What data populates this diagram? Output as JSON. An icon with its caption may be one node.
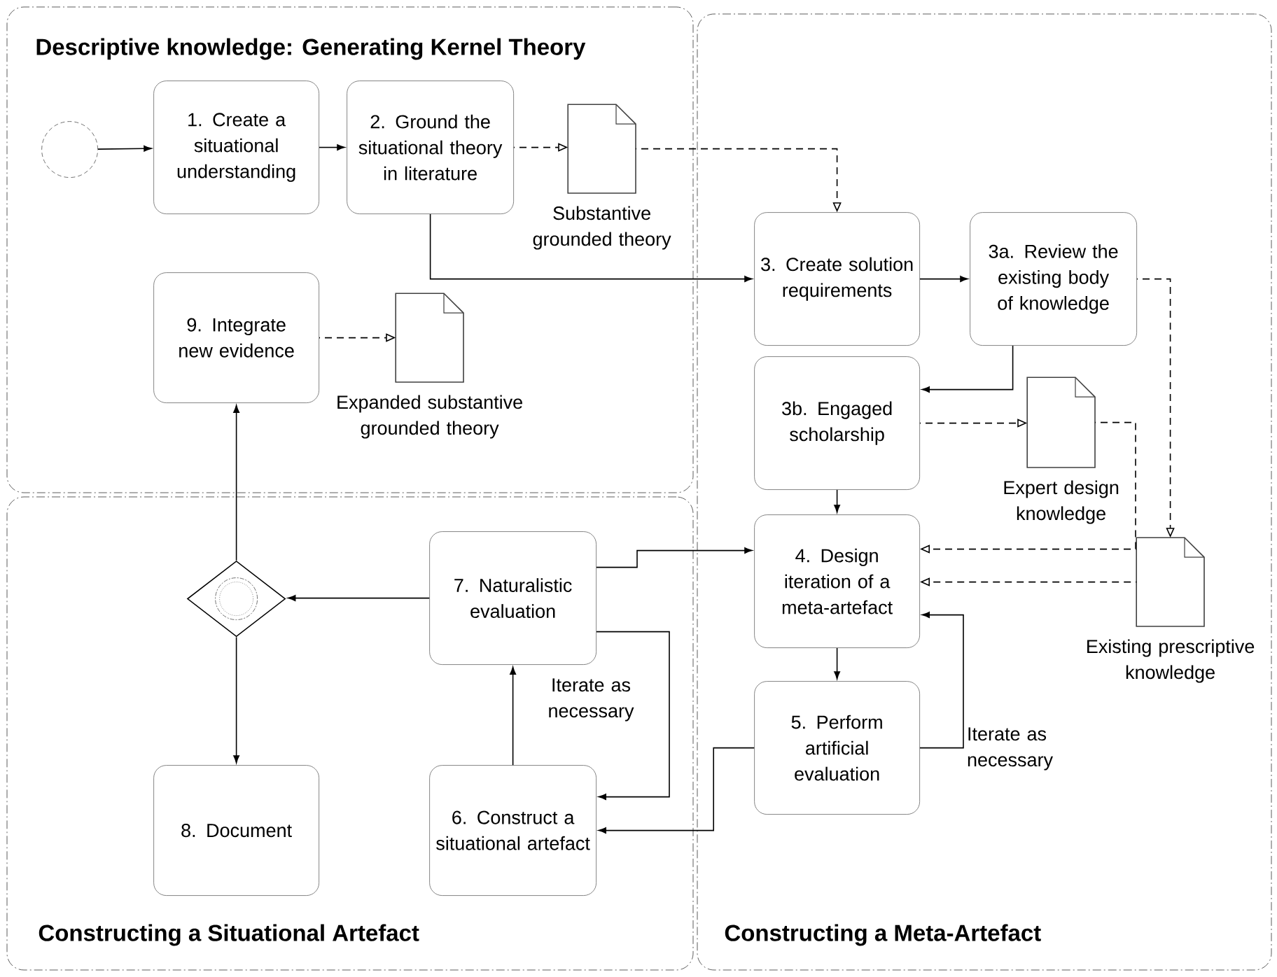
{
  "diagram": {
    "nodes": [
      {
        "text": [
          "Descriptive knowledge: Generating Kernel Theory"
        ]
      },
      {
        "text": [
          "Constructing a Situational Artefact"
        ]
      },
      {
        "text": [
          "Constructing a Meta-Artefact"
        ]
      },
      {
        "text": [],
        "shape": "circle",
        "in": 0
      },
      {
        "text": [
          "1. Create a situational understanding"
        ],
        "in": 0
      },
      {
        "text": [
          "2. Ground the situational theory in literature"
        ],
        "in": 0
      },
      {
        "text": [
          "Substantive grounded theory"
        ],
        "in": 0
      },
      {
        "text": [
          "9. Integrate new evidence"
        ],
        "in": 0
      },
      {
        "text": [
          "Expanded substantive grounded theory"
        ],
        "in": 0
      },
      {
        "text": [],
        "shape": "diamond",
        "in": 1
      },
      {
        "text": [
          "7. Naturalistic evaluation"
        ],
        "in": 1
      },
      {
        "text": [
          "8. Document"
        ],
        "in": 1
      },
      {
        "text": [
          "6. Construct a situational artefact"
        ],
        "in": 1
      },
      {
        "text": [
          "3. Create solution requirements"
        ],
        "in": 2
      },
      {
        "text": [
          "3a. Review the existing body of knowledge"
        ],
        "in": 2
      },
      {
        "text": [
          "3b. Engaged scholarship"
        ],
        "in": 2
      },
      {
        "text": [
          "Expert design knowledge"
        ],
        "in": 2
      },
      {
        "text": [
          "4. Design iteration of a meta-artefact"
        ],
        "in": 2
      },
      {
        "text": [
          "Existing prescriptive knowledge"
        ],
        "in": 2
      },
      {
        "text": [
          "5. Perform artificial evaluation"
        ],
        "in": 2
      }
    ],
    "edges": [
      {
        "from": 3,
        "to": 4,
        "arrow": "to"
      },
      {
        "from": 4,
        "to": 5,
        "arrow": "to"
      },
      {
        "from": 5,
        "to": 6,
        "arrow": "to",
        "style": "dashed"
      },
      {
        "from": 6,
        "to": 13,
        "arrow": "to",
        "style": "dashed"
      },
      {
        "from": 5,
        "to": 13,
        "arrow": "to"
      },
      {
        "from": 7,
        "to": 8,
        "arrow": "to",
        "style": "dashed"
      },
      {
        "from": 13,
        "to": 14,
        "arrow": "to"
      },
      {
        "from": 14,
        "to": 15,
        "arrow": "to"
      },
      {
        "from": 14,
        "to": 18,
        "arrow": "to",
        "style": "dashed"
      },
      {
        "from": 15,
        "to": 16,
        "arrow": "to",
        "style": "dashed"
      },
      {
        "from": 16,
        "to": 17,
        "arrow": "to",
        "style": "dashed"
      },
      {
        "from": 18,
        "to": 17,
        "arrow": "to",
        "style": "dashed"
      },
      {
        "from": 15,
        "to": 17,
        "arrow": "to"
      },
      {
        "from": 17,
        "to": 19,
        "arrow": "to"
      },
      {
        "from": 19,
        "to": 17,
        "arrow": "to",
        "label": "Iterate as necessary"
      },
      {
        "from": 19,
        "to": 12,
        "arrow": "to"
      },
      {
        "from": 10,
        "to": 17,
        "arrow": "to"
      },
      {
        "from": 10,
        "to": 9,
        "arrow": "to"
      },
      {
        "from": 10,
        "to": 12,
        "arrow": "to"
      },
      {
        "from": 12,
        "to": 10,
        "arrow": "to",
        "label": "Iterate as necessary"
      },
      {
        "from": 9,
        "to": 7,
        "arrow": "to"
      },
      {
        "from": 9,
        "to": 11,
        "arrow": "to"
      }
    ]
  }
}
